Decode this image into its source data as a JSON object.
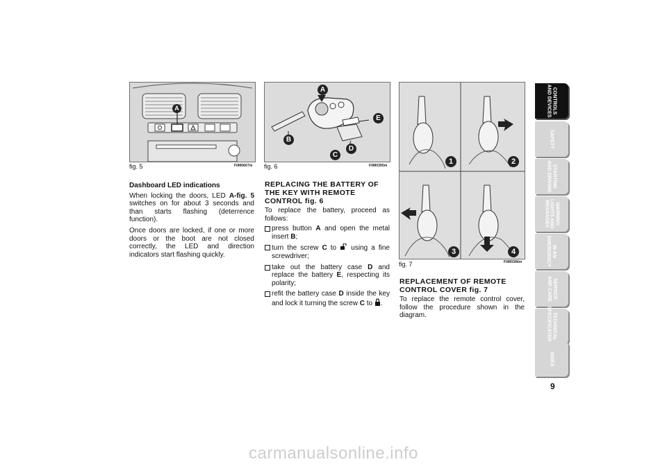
{
  "fig5": {
    "caption": "fig. 5",
    "code": "F0M0607m",
    "callouts": [
      "A"
    ]
  },
  "section_led": {
    "title": "Dashboard LED indications",
    "p1_pre": "When locking the doors, LED ",
    "p1_ref": "A-fig. 5",
    "p1_post": " switches on for about 3 seconds and than starts flashing (deterrence function).",
    "p2": "Once doors are locked, if one or more doors or the boot are not closed correctly, the LED and direction indicators start flashing quickly."
  },
  "fig6": {
    "caption": "fig. 6",
    "code": "F0M0395m",
    "callouts": [
      "A",
      "E",
      "B",
      "D",
      "C"
    ]
  },
  "section_battery": {
    "title": "REPLACING THE BATTERY OF THE KEY WITH REMOTE CONTROL",
    "title_ref": "fig. 6",
    "intro": "To replace the battery, proceed as follows:",
    "steps": [
      {
        "pre": "press button ",
        "k1": "A",
        "mid": " and open the metal insert ",
        "k2": "B",
        "post": ";",
        "icon": ""
      },
      {
        "pre": "turn the screw ",
        "k1": "C",
        "mid": " to ",
        "k2": "",
        "post": " using a fine screwdriver;",
        "icon": "unlock-icon"
      },
      {
        "pre": "take out the battery case ",
        "k1": "D",
        "mid": " and replace the battery ",
        "k2": "E",
        "post": ", respecting its polarity;",
        "icon": ""
      },
      {
        "pre": "refit the battery case ",
        "k1": "D",
        "mid": " inside the key and lock it turning the screw ",
        "k2": "C",
        "post": " to ",
        "icon": "lock-icon"
      }
    ]
  },
  "fig7": {
    "caption": "fig. 7",
    "code": "F0M0396m",
    "steps": [
      "1",
      "2",
      "3",
      "4"
    ]
  },
  "section_cover": {
    "title": "REPLACEMENT OF REMOTE CONTROL COVER",
    "title_ref": "fig. 7",
    "text": "To replace the remote control cover, follow the procedure shown in the diagram."
  },
  "tabs": [
    {
      "label": "CONTROLS\nAND DEVICES",
      "active": true
    },
    {
      "label": "SAFETY",
      "active": false
    },
    {
      "label": "STARTING\nAND DRIVING",
      "active": false
    },
    {
      "label": "WARNING\nLIGHTS AND\nMESSAGES",
      "active": false
    },
    {
      "label": "IN AN\nEMERGENCY",
      "active": false
    },
    {
      "label": "SERVICE\nAND CARE",
      "active": false
    },
    {
      "label": "TECHNICAL\nSPECIFICATIONS",
      "active": false
    },
    {
      "label": "INDEX",
      "active": false
    }
  ],
  "page_number": "9",
  "watermark": "carmanualsonline.info",
  "colors": {
    "figure_bg": "#dadada",
    "tab_inactive": "#d6d6d6",
    "tab_active": "#111111",
    "callout": "#222222"
  }
}
